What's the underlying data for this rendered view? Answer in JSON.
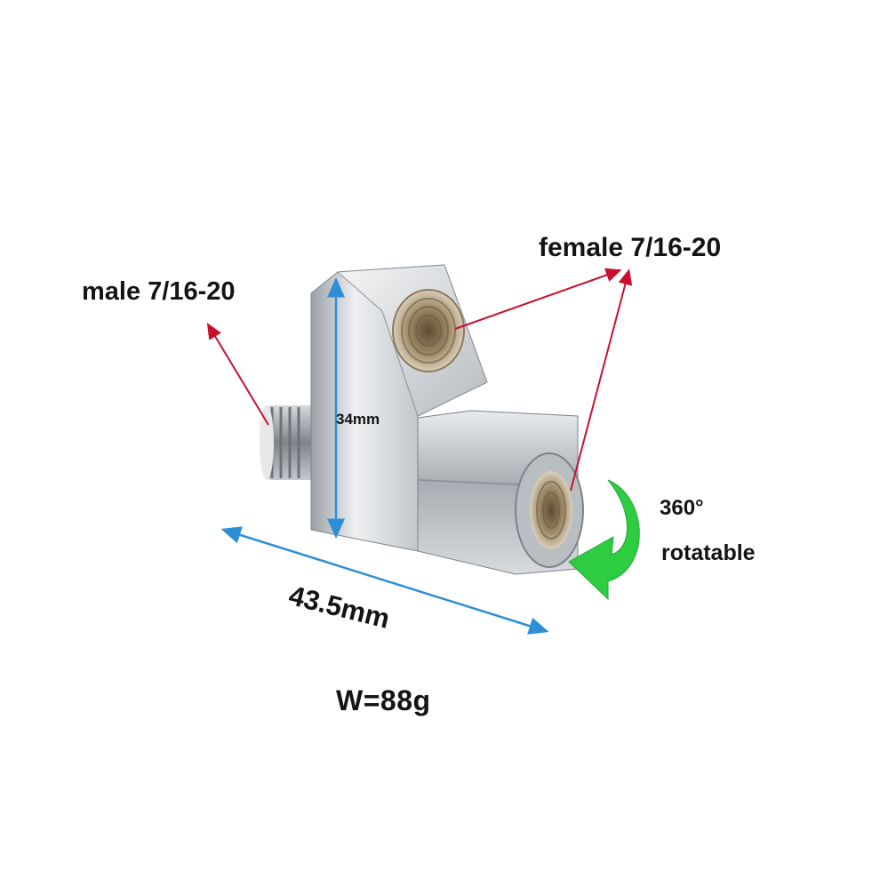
{
  "labels": {
    "male_thread": "male 7/16-20",
    "female_thread": "female 7/16-20",
    "rotation_line1": "360°",
    "rotation_line2": "rotatable",
    "height_dimension": "34mm",
    "width_dimension": "43.5mm",
    "weight": "W=88g"
  },
  "colors": {
    "annotation_arrow": "#c8102e",
    "dimension_arrow": "#2f8fd6",
    "rotation_arrow": "#2ecc40",
    "metal": "#c9cdd2"
  },
  "icons": {
    "rotation": "curved-arrow-icon"
  }
}
